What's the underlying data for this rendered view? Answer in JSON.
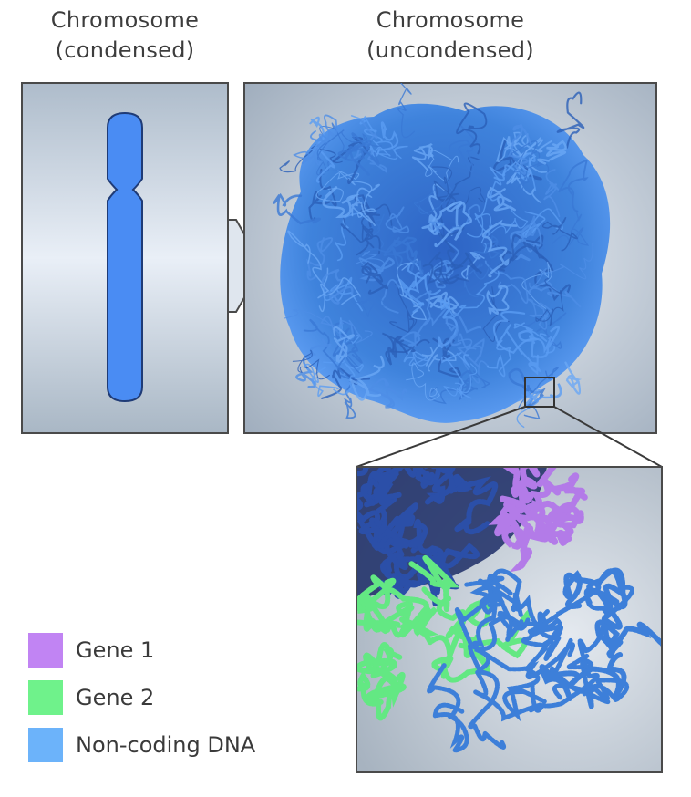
{
  "panels": {
    "condensed": {
      "title_line1": "Chromosome",
      "title_line2": "(condensed)"
    },
    "uncondensed": {
      "title_line1": "Chromosome",
      "title_line2": "(uncondensed)"
    }
  },
  "legend": [
    {
      "label": "Gene 1",
      "color": "#c184f3"
    },
    {
      "label": "Gene 2",
      "color": "#6ff28b"
    },
    {
      "label": "Non-coding DNA",
      "color": "#6cb3fa"
    }
  ],
  "colors": {
    "chromatin": "#3f83dc",
    "chromatin_dark": "#1e3d85",
    "condensed_chromosome": "#4a8cf3",
    "panel_border": "#4a4a4a"
  }
}
